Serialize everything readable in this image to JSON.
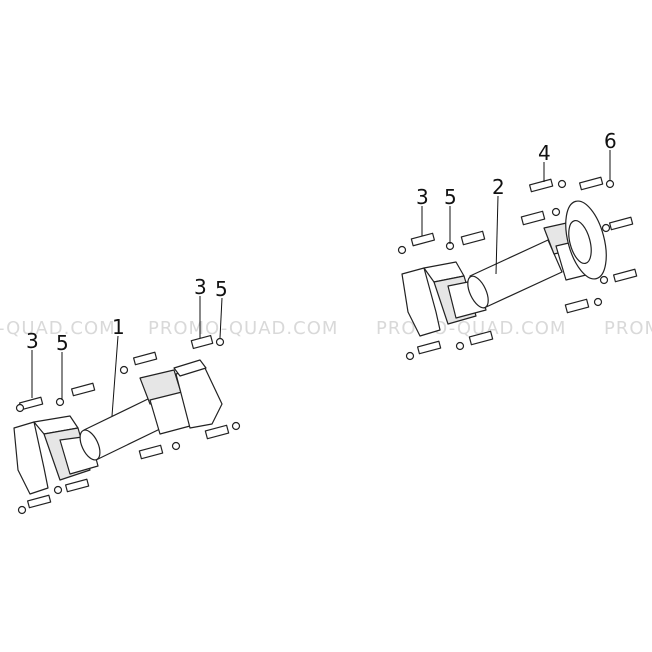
{
  "watermarks": [
    {
      "text": "-QUAD.COM"
    },
    {
      "text": "PROMO-QUAD.COM"
    },
    {
      "text": "PROMO-QUAD.COM"
    },
    {
      "text": "PROMO"
    }
  ],
  "callouts": [
    {
      "label": "1",
      "part": "front-propeller-shaft"
    },
    {
      "label": "2",
      "part": "rear-propeller-shaft"
    },
    {
      "label": "3",
      "part": "bolt"
    },
    {
      "label": "3",
      "part": "bolt"
    },
    {
      "label": "3",
      "part": "bolt"
    },
    {
      "label": "4",
      "part": "bolt"
    },
    {
      "label": "5",
      "part": "washer"
    },
    {
      "label": "5",
      "part": "washer"
    },
    {
      "label": "5",
      "part": "washer"
    },
    {
      "label": "6",
      "part": "washer"
    }
  ]
}
